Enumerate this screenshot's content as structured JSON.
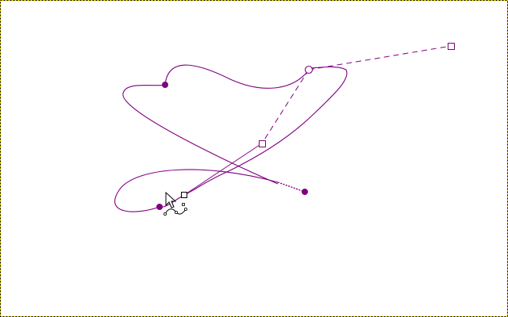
{
  "canvas": {
    "background": "#ffffff",
    "boundary_style": "dashed",
    "boundary_colors": [
      "#f0e000",
      "#000000"
    ]
  },
  "path": {
    "stroke_color": "#800080",
    "closed": false,
    "anchor_count": 4,
    "active_anchor": "start",
    "selected_anchors": [
      "end"
    ]
  },
  "tool": {
    "name": "paths-tool",
    "cursor": "arrow-pointer",
    "cursor_modifier": "path-edit"
  }
}
